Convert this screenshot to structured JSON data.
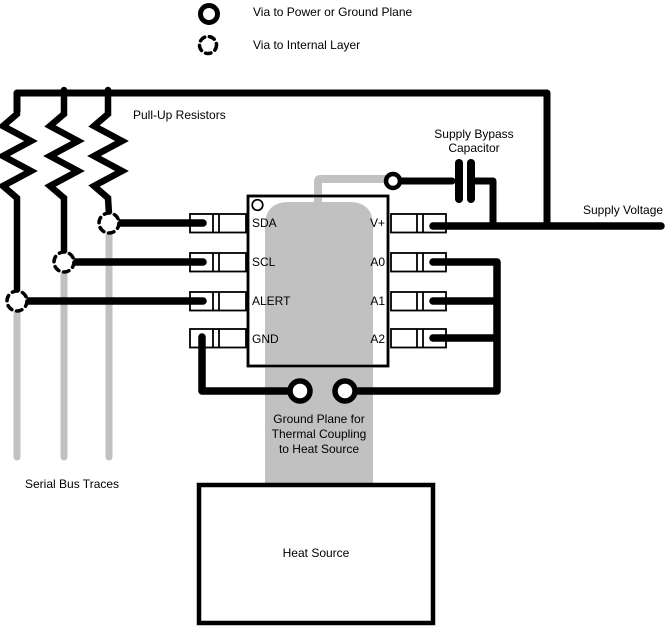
{
  "legend": {
    "power_via_label": "Via to Power or Ground Plane",
    "internal_via_label": "Via to Internal Layer"
  },
  "labels": {
    "pull_up_resistors": "Pull-Up Resistors",
    "supply_bypass_line1": "Supply Bypass",
    "supply_bypass_line2": "Capacitor",
    "supply_voltage": "Supply Voltage",
    "serial_bus_traces": "Serial Bus Traces",
    "ground_plane_line1": "Ground Plane for",
    "ground_plane_line2": "Thermal Coupling",
    "ground_plane_line3": "to Heat Source",
    "heat_source": "Heat Source"
  },
  "ic": {
    "left_pins": [
      "SDA",
      "SCL",
      "ALERT",
      "GND"
    ],
    "right_pins": [
      "V+",
      "A0",
      "A1",
      "A2"
    ]
  },
  "colors": {
    "trace_black": "#000000",
    "plane_gray": "#c1c1c1",
    "background": "#ffffff"
  }
}
